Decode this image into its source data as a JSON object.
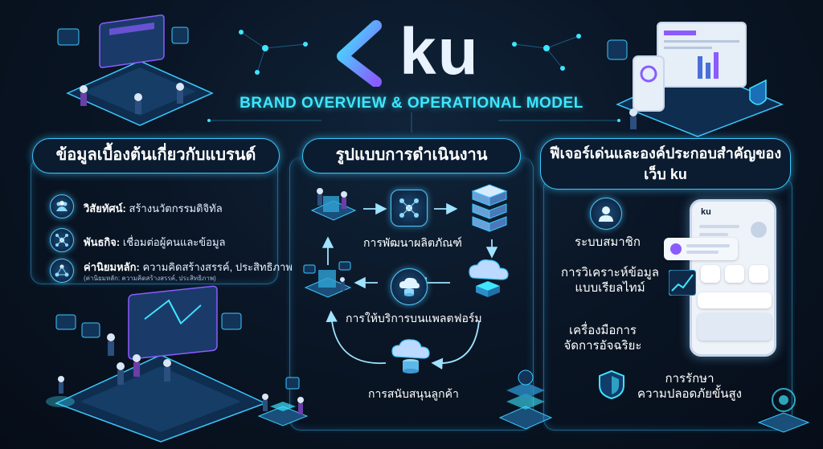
{
  "header": {
    "logo_text": "ku",
    "subtitle": "BRAND OVERVIEW & OPERATIONAL MODEL"
  },
  "left_panel": {
    "title": "ข้อมูลเบื้องต้นเกี่ยวกับแบรนด์",
    "rows": [
      {
        "icon": "people-icon",
        "label": "วิสัยทัศน์:",
        "text": "สร้างนวัตกรรมดิจิทัล"
      },
      {
        "icon": "network-icon",
        "label": "พันธกิจ:",
        "text": "เชื่อมต่อผู้คนและข้อมูล"
      },
      {
        "icon": "values-icon",
        "label": "ค่านิยมหลัก:",
        "text": "ความคิดสร้างสรรค์, ประสิทธิภาพ",
        "note": "(ค่านิยมหลัก: ความคิดสร้างสรรค์, ประสิทธิภาพ)"
      }
    ]
  },
  "center_panel": {
    "title": "รูปแบบการดำเนินงาน",
    "steps": [
      "การพัฒนาผลิตภัณฑ์",
      "การให้บริการบนแพลตฟอร์ม",
      "การสนับสนุนลูกค้า"
    ]
  },
  "right_panel": {
    "title_line1": "ฟีเจอร์เด่นและองค์ประกอบสำคัญของ",
    "title_line2": "เว็บ ku",
    "features": [
      {
        "icon": "user-icon",
        "label": "ระบบสมาชิก"
      },
      {
        "icon": "chart-icon",
        "label_line1": "การวิเคราะห์ข้อมูล",
        "label_line2": "แบบเรียลไทม์"
      },
      {
        "icon": "tools-icon",
        "label_line1": "เครื่องมือการ",
        "label_line2": "จัดการอัจฉริยะ"
      },
      {
        "icon": "shield-icon",
        "label_line1": "การรักษา",
        "label_line2": "ความปลอดภัยขั้นสูง"
      }
    ],
    "phone_title": "ku"
  },
  "colors": {
    "accent_cyan": "#3ee6ff",
    "accent_purple": "#8a5cff",
    "panel_border": "#3cc8ff",
    "background": "#0a1626"
  }
}
